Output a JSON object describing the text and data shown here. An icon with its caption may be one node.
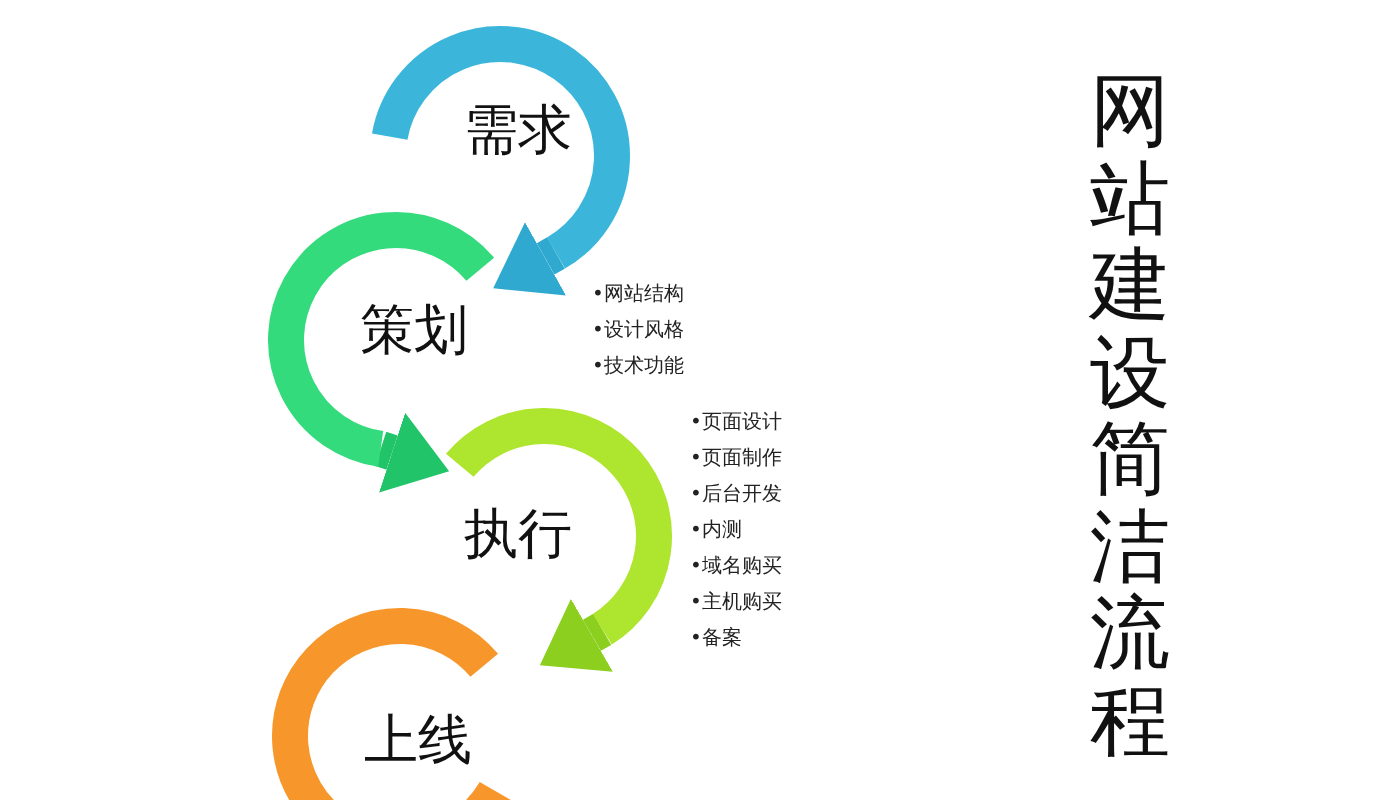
{
  "diagram": {
    "title": "网站建设简洁流程",
    "nodes": [
      {
        "text": [
          "需求"
        ]
      },
      {
        "text": [
          "策划"
        ],
        "beside": [
          "•网站结构",
          "•设计风格",
          "•技术功能"
        ]
      },
      {
        "text": [
          "执行"
        ],
        "beside": [
          "•页面设计",
          "•页面制作",
          "•后台开发",
          "•内测",
          "•域名购买",
          "•主机购买",
          "•备案"
        ]
      },
      {
        "text": [
          "上线"
        ]
      }
    ],
    "edges": [
      {
        "from": 0,
        "to": 1,
        "arrow": "to",
        "color": "#2fa9cf"
      },
      {
        "from": 1,
        "to": 2,
        "arrow": "to",
        "color": "#22c46a"
      },
      {
        "from": 2,
        "to": 3,
        "arrow": "to",
        "color": "#8ccf1e"
      }
    ]
  }
}
